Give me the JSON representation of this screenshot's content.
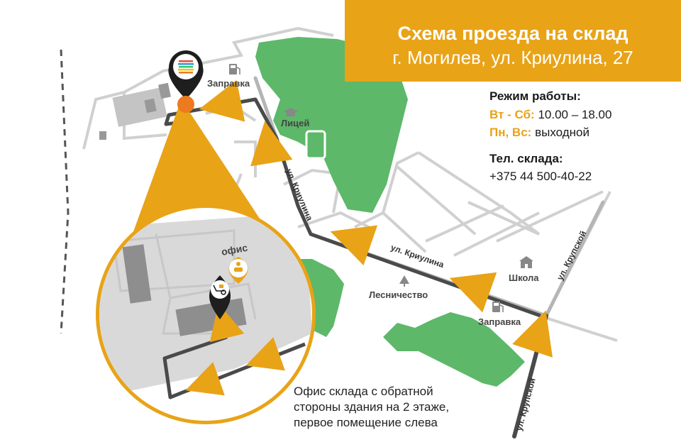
{
  "header": {
    "title": "Схема проезда на склад",
    "address": "г. Могилев, ул. Криулина, 27"
  },
  "info": {
    "hours_label": "Режим работы:",
    "weekdays_label": "Вт - Сб:",
    "weekdays_value": "10.00 – 18.00",
    "weekend_label": "Пн, Вс:",
    "weekend_value": "выходной",
    "phone_label": "Тел. склада:",
    "phone_value": "+375 44 500-40-22"
  },
  "map_labels": {
    "gas_station_top": "Заправка",
    "lyceum": "Лицей",
    "street_kriulina_vertical": "ул. Криулина",
    "street_kriulina_main": "ул. Криулина",
    "school": "Школа",
    "forestry": "Лесничество",
    "gas_station_bottom": "Заправка",
    "street_krupskoy_top": "ул. Крупской",
    "street_krupskoy_bottom": "ул. Крупской",
    "office": "офис"
  },
  "note": {
    "line1": "Офис склада с обратной",
    "line2": "стороны здания на 2 этаже,",
    "line3": "первое помещение слева"
  },
  "colors": {
    "accent": "#E8A317",
    "route": "#4a4a4a",
    "park": "#5DB86A",
    "road": "#c8c8c8",
    "building": "#9b9b9b",
    "zoom_bg": "#d9d9d9",
    "marker": "#1e1e1e",
    "marker_dot": "#EE7A1F"
  },
  "icons": [
    "gas-station-icon",
    "graduation-cap-icon",
    "school-icon",
    "tree-icon",
    "office-worker-icon",
    "cart-icon",
    "logo-stripes-icon"
  ]
}
